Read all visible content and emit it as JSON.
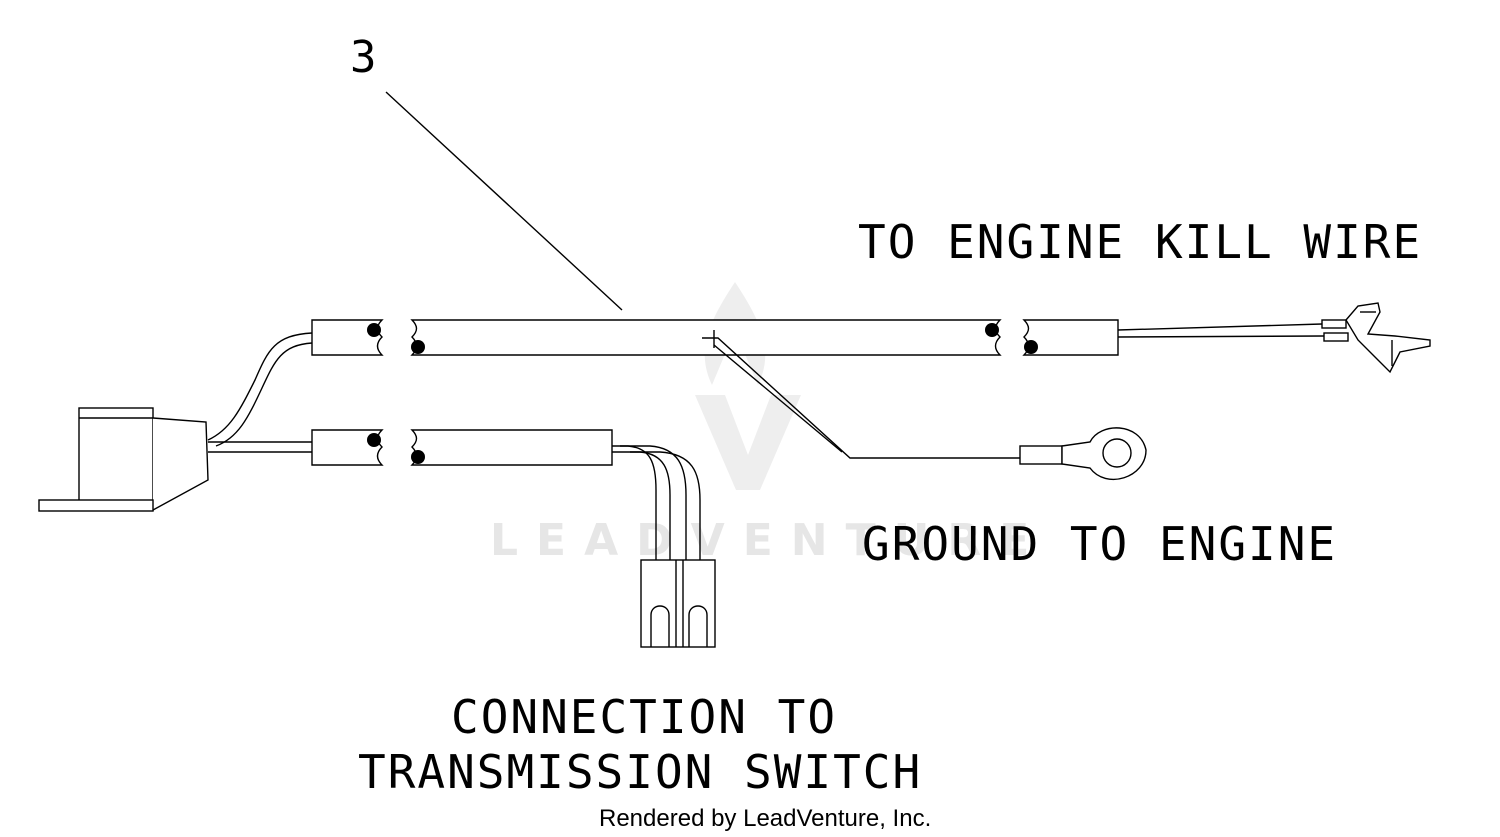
{
  "callout": {
    "number": "3"
  },
  "labels": {
    "engine_kill_wire": "TO ENGINE KILL WIRE",
    "ground_to_engine": "GROUND TO ENGINE",
    "connection_line1": "CONNECTION TO",
    "connection_line2": "TRANSMISSION SWITCH"
  },
  "footer": {
    "rendered_by": "Rendered by LeadVenture, Inc."
  },
  "watermark": {
    "text": "LEADVENTURE"
  },
  "colors": {
    "line": "#000000",
    "background": "#ffffff",
    "watermark": "#e6e6e6"
  }
}
